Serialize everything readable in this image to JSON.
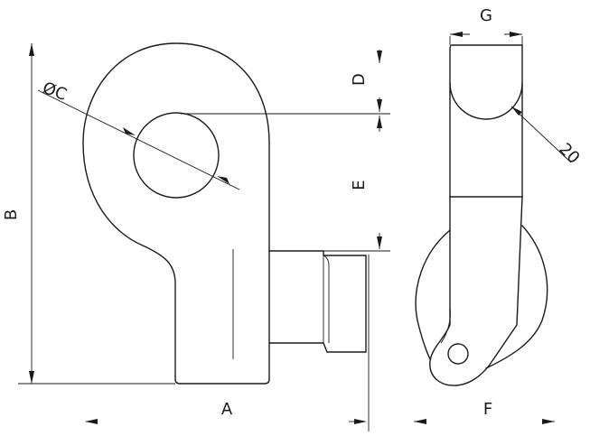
{
  "labels": {
    "A": "A",
    "B": "B",
    "C": "ØC",
    "D": "D",
    "E": "E",
    "F": "F",
    "G": "G",
    "radius": "20"
  },
  "colors": {
    "line": "#1a1a1a",
    "background": "#ffffff"
  }
}
